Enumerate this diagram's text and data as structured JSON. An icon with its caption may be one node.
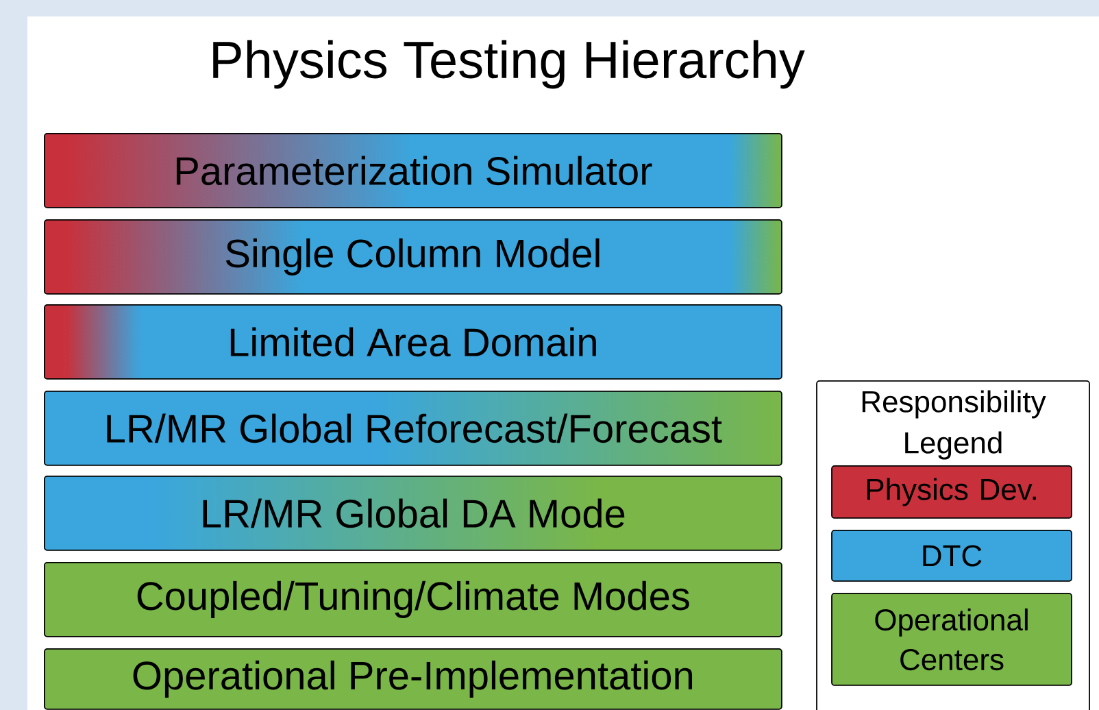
{
  "diagram": {
    "title": "Physics Testing Hierarchy",
    "nodes": [
      {
        "text": [
          "Parameterization Simulator"
        ]
      },
      {
        "text": [
          "Single Column Model"
        ]
      },
      {
        "text": [
          "Limited Area Domain"
        ]
      },
      {
        "text": [
          "LR/MR Global Reforecast/Forecast"
        ]
      },
      {
        "text": [
          "LR/MR Global DA Mode"
        ]
      },
      {
        "text": [
          "Coupled/Tuning/Climate Modes"
        ]
      },
      {
        "text": [
          "Operational Pre-Implementation"
        ]
      }
    ],
    "labels": [
      "Responsibility Legend"
    ],
    "legend": [
      {
        "text": "Physics Dev.",
        "color": "#c8313c"
      },
      {
        "text": "DTC",
        "color": "#3aa6dd"
      },
      {
        "text": "Operational Centers",
        "color": "#7ab648"
      }
    ]
  }
}
